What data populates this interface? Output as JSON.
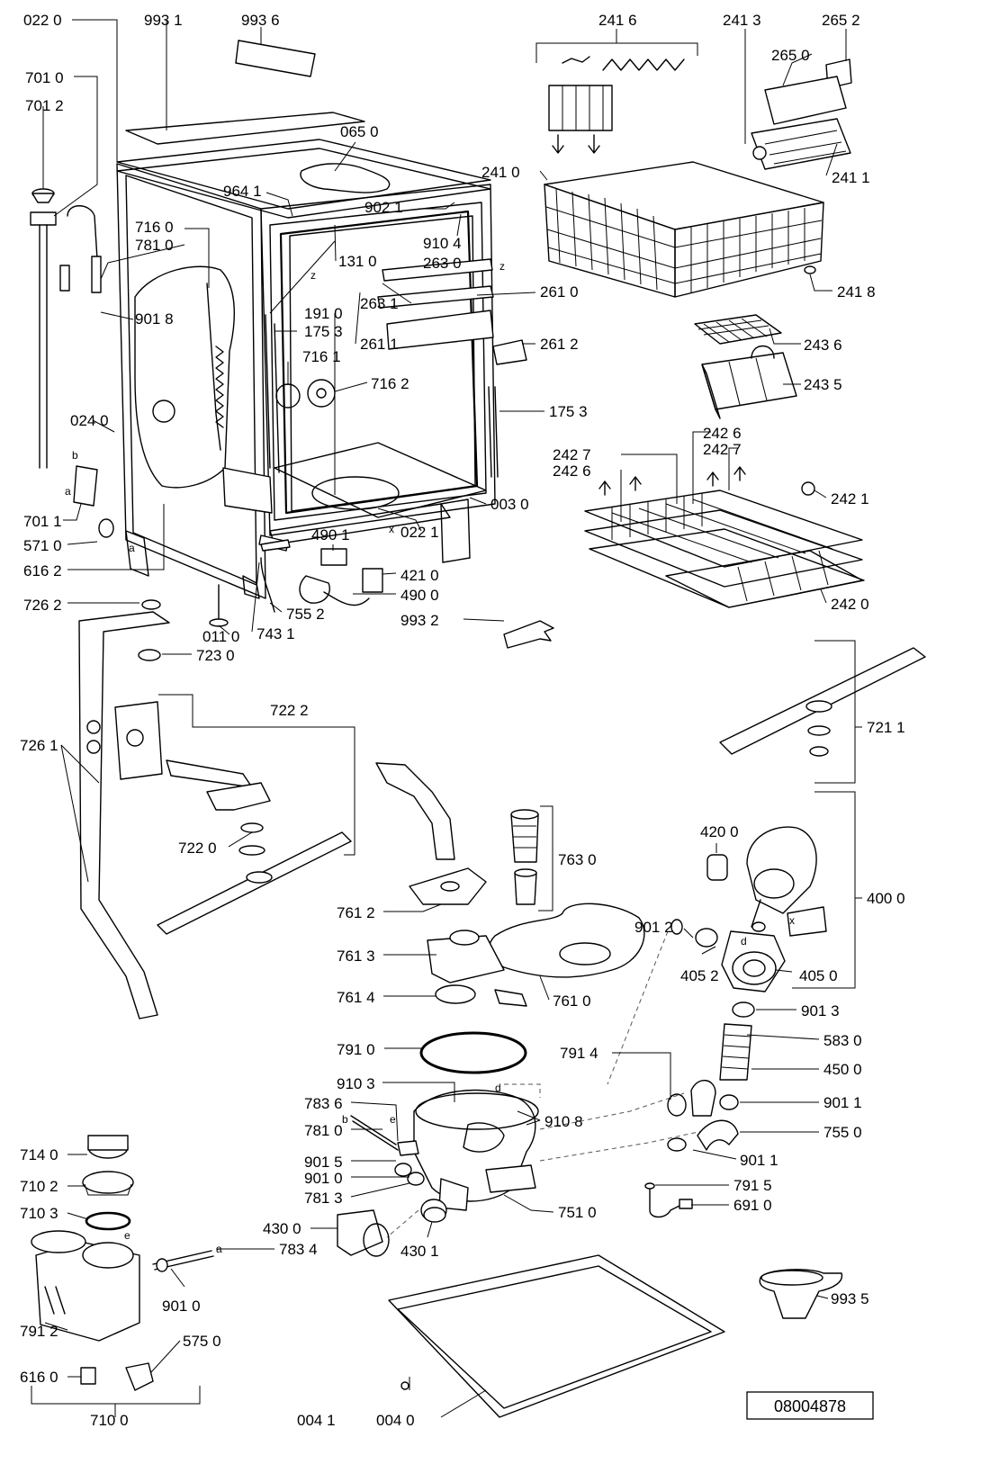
{
  "diagram": {
    "reference_number": "08004878",
    "labels": [
      {
        "id": "022-0",
        "text": "022 0"
      },
      {
        "id": "993-1",
        "text": "993 1"
      },
      {
        "id": "993-6",
        "text": "993 6"
      },
      {
        "id": "701-0",
        "text": "701 0"
      },
      {
        "id": "701-2",
        "text": "701 2"
      },
      {
        "id": "065-0",
        "text": "065 0"
      },
      {
        "id": "964-1",
        "text": "964 1"
      },
      {
        "id": "902-1",
        "text": "902 1"
      },
      {
        "id": "910-4",
        "text": "910 4"
      },
      {
        "id": "263-0",
        "text": "263 0"
      },
      {
        "id": "716-0",
        "text": "716 0"
      },
      {
        "id": "781-0-top",
        "text": "781 0"
      },
      {
        "id": "131-0",
        "text": "131 0"
      },
      {
        "id": "901-8",
        "text": "901 8"
      },
      {
        "id": "191-0",
        "text": "191 0"
      },
      {
        "id": "175-3-left",
        "text": "175 3"
      },
      {
        "id": "263-1",
        "text": "263 1"
      },
      {
        "id": "261-1",
        "text": "261 1"
      },
      {
        "id": "261-0",
        "text": "261 0"
      },
      {
        "id": "261-2",
        "text": "261 2"
      },
      {
        "id": "716-1",
        "text": "716 1"
      },
      {
        "id": "716-2",
        "text": "716 2"
      },
      {
        "id": "175-3-right",
        "text": "175 3"
      },
      {
        "id": "024-0",
        "text": "024 0"
      },
      {
        "id": "003-0",
        "text": "003 0"
      },
      {
        "id": "701-1",
        "text": "701 1"
      },
      {
        "id": "571-0",
        "text": "571 0"
      },
      {
        "id": "616-2",
        "text": "616 2"
      },
      {
        "id": "490-1",
        "text": "490 1"
      },
      {
        "id": "022-1",
        "text": "022 1"
      },
      {
        "id": "421-0",
        "text": "421 0"
      },
      {
        "id": "490-0",
        "text": "490 0"
      },
      {
        "id": "755-2",
        "text": "755 2"
      },
      {
        "id": "726-2",
        "text": "726 2"
      },
      {
        "id": "011-0",
        "text": "011 0"
      },
      {
        "id": "743-1",
        "text": "743 1"
      },
      {
        "id": "993-2",
        "text": "993 2"
      },
      {
        "id": "723-0",
        "text": "723 0"
      },
      {
        "id": "241-6",
        "text": "241 6"
      },
      {
        "id": "241-3",
        "text": "241 3"
      },
      {
        "id": "265-2",
        "text": "265 2"
      },
      {
        "id": "265-0",
        "text": "265 0"
      },
      {
        "id": "241-0",
        "text": "241 0"
      },
      {
        "id": "241-1",
        "text": "241 1"
      },
      {
        "id": "241-8",
        "text": "241 8"
      },
      {
        "id": "243-6",
        "text": "243 6"
      },
      {
        "id": "243-5",
        "text": "243 5"
      },
      {
        "id": "242-7-left",
        "text": "242 7"
      },
      {
        "id": "242-6-left",
        "text": "242 6"
      },
      {
        "id": "242-6-right",
        "text": "242 6"
      },
      {
        "id": "242-7-right",
        "text": "242 7"
      },
      {
        "id": "242-1",
        "text": "242 1"
      },
      {
        "id": "242-0",
        "text": "242 0"
      },
      {
        "id": "722-2",
        "text": "722 2"
      },
      {
        "id": "726-1",
        "text": "726 1"
      },
      {
        "id": "722-0",
        "text": "722 0"
      },
      {
        "id": "721-1",
        "text": "721 1"
      },
      {
        "id": "763-0",
        "text": "763 0"
      },
      {
        "id": "420-0",
        "text": "420 0"
      },
      {
        "id": "400-0",
        "text": "400 0"
      },
      {
        "id": "761-2",
        "text": "761 2"
      },
      {
        "id": "761-3",
        "text": "761 3"
      },
      {
        "id": "761-4",
        "text": "761 4"
      },
      {
        "id": "761-0",
        "text": "761 0"
      },
      {
        "id": "901-2",
        "text": "901 2"
      },
      {
        "id": "405-2",
        "text": "405 2"
      },
      {
        "id": "405-0",
        "text": "405 0"
      },
      {
        "id": "901-3",
        "text": "901 3"
      },
      {
        "id": "791-0",
        "text": "791 0"
      },
      {
        "id": "791-4",
        "text": "791 4"
      },
      {
        "id": "583-0",
        "text": "583 0"
      },
      {
        "id": "450-0",
        "text": "450 0"
      },
      {
        "id": "910-3",
        "text": "910 3"
      },
      {
        "id": "910-8",
        "text": "910 8"
      },
      {
        "id": "901-1-a",
        "text": "901 1"
      },
      {
        "id": "783-6",
        "text": "783 6"
      },
      {
        "id": "781-0-bottom",
        "text": "781 0"
      },
      {
        "id": "755-0",
        "text": "755 0"
      },
      {
        "id": "901-1-b",
        "text": "901 1"
      },
      {
        "id": "714-0",
        "text": "714 0"
      },
      {
        "id": "901-5",
        "text": "901 5"
      },
      {
        "id": "901-0-a",
        "text": "901 0"
      },
      {
        "id": "791-5",
        "text": "791 5"
      },
      {
        "id": "710-2",
        "text": "710 2"
      },
      {
        "id": "781-3",
        "text": "781 3"
      },
      {
        "id": "751-0",
        "text": "751 0"
      },
      {
        "id": "691-0",
        "text": "691 0"
      },
      {
        "id": "710-3",
        "text": "710 3"
      },
      {
        "id": "430-0",
        "text": "430 0"
      },
      {
        "id": "430-1",
        "text": "430 1"
      },
      {
        "id": "783-4",
        "text": "783 4"
      },
      {
        "id": "901-0-b",
        "text": "901 0"
      },
      {
        "id": "791-2",
        "text": "791 2"
      },
      {
        "id": "575-0",
        "text": "575 0"
      },
      {
        "id": "993-5",
        "text": "993 5"
      },
      {
        "id": "616-0",
        "text": "616 0"
      },
      {
        "id": "710-0",
        "text": "710 0"
      },
      {
        "id": "004-1",
        "text": "004 1"
      },
      {
        "id": "004-0",
        "text": "004 0"
      }
    ],
    "letter_marks": [
      {
        "id": "z-1",
        "text": "z"
      },
      {
        "id": "z-2",
        "text": "z"
      },
      {
        "id": "b-1",
        "text": "b"
      },
      {
        "id": "a-1",
        "text": "a"
      },
      {
        "id": "a-2",
        "text": "a"
      },
      {
        "id": "x-1",
        "text": "x"
      },
      {
        "id": "d-1",
        "text": "d"
      },
      {
        "id": "x-2",
        "text": "x"
      },
      {
        "id": "b-2",
        "text": "b"
      },
      {
        "id": "e-1",
        "text": "e"
      },
      {
        "id": "d-2",
        "text": "d"
      },
      {
        "id": "e-2",
        "text": "e"
      },
      {
        "id": "a-3",
        "text": "a"
      }
    ]
  }
}
